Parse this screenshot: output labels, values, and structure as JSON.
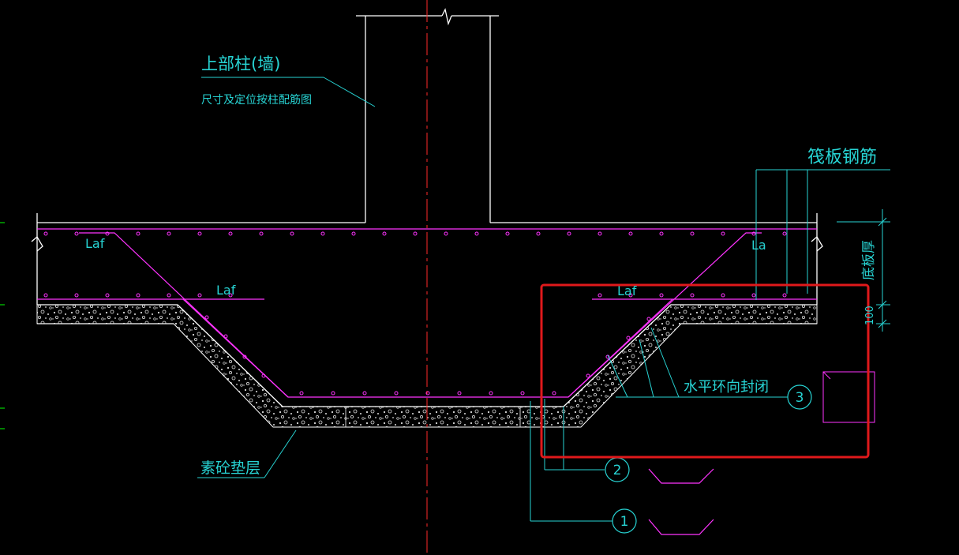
{
  "labels": {
    "column_title": "上部柱(墙)",
    "column_note": "尺寸及定位按柱配筋图",
    "raft_rebar": "筏板钢筋",
    "slab_thickness": "底板厚",
    "dim_100": "100",
    "anchor_laf_1": "Laf",
    "anchor_laf_2": "Laf",
    "anchor_laf_3": "Laf",
    "anchor_la": "La",
    "closure": "水平环向封闭",
    "cushion": "素砼垫层"
  },
  "callouts": {
    "c1": "1",
    "c2": "2",
    "c3": "3"
  },
  "colors": {
    "background": "#000000",
    "outline": "#ffffff",
    "centerline": "#ff2a2a",
    "rebar": "#ff33ff",
    "annotation": "#27d3d3",
    "highlight": "#e0191b",
    "tick": "#00ff00"
  }
}
